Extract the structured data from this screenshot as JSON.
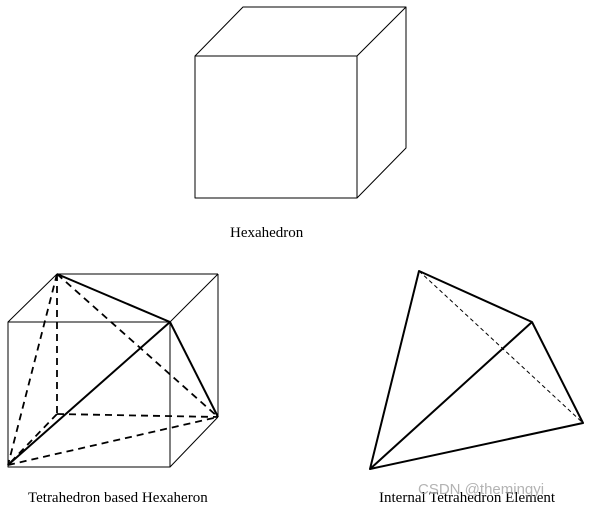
{
  "captions": {
    "hexahedron": "Hexahedron",
    "tetra_hexa": "Tetrahedron based Hexaheron",
    "tetra_element": "Internal Tetrahedron Element"
  },
  "watermark": "CSDN @themingyi",
  "colors": {
    "stroke": "#000000",
    "background": "#ffffff",
    "watermark": "#9a9a9a"
  }
}
